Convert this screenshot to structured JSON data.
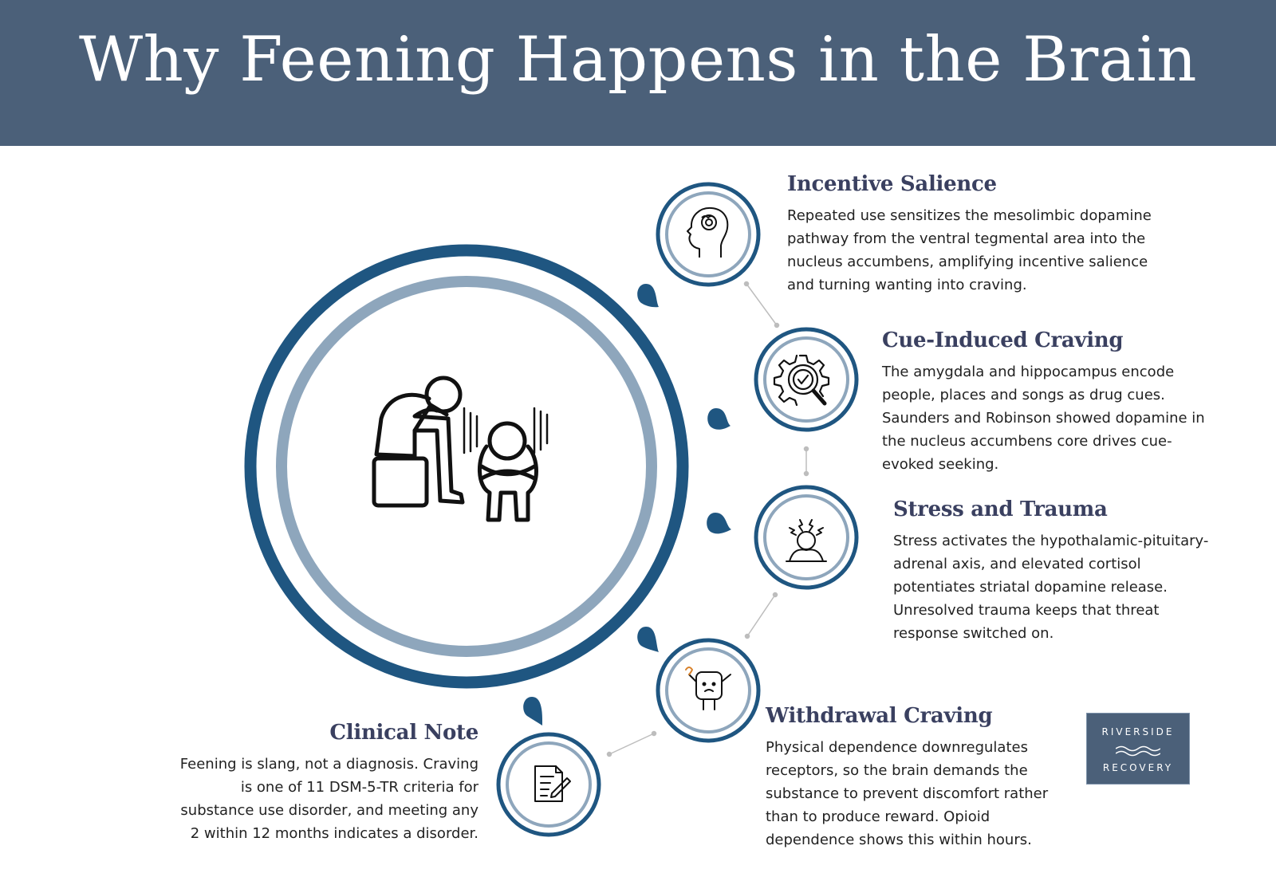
{
  "header": {
    "title": "Why Feening Happens in the Brain"
  },
  "sections": [
    {
      "icon": "brain-icon",
      "title": "Incentive Salience",
      "text": "Repeated use sensitizes the mesolimbic dopamine pathway from the ventral tegmental area into the nucleus accumbens, amplifying incentive salience and turning wanting into craving."
    },
    {
      "icon": "gear-magnifier-icon",
      "title": "Cue-Induced Craving",
      "text": "The amygdala and hippocampus encode people, places and songs as drug cues. Saunders and Robinson showed dopamine in the nucleus accumbens core drives cue-evoked seeking."
    },
    {
      "icon": "stressed-person-icon",
      "title": "Stress and Trauma",
      "text": "Stress activates the hypothalamic-pituitary-adrenal axis, and elevated cortisol potentiates striatal dopamine release. Unresolved trauma keeps that threat response switched on."
    },
    {
      "icon": "withdrawal-character-icon",
      "title": "Withdrawal Craving",
      "text": "Physical dependence downregulates receptors, so the brain demands the substance to prevent discomfort rather than to produce reward. Opioid dependence shows this within hours."
    },
    {
      "icon": "clipboard-icon",
      "title": "Clinical Note",
      "text": "Feening is slang, not a diagnosis. Craving is one of 11 DSM-5-TR criteria for substance use disorder, and meeting any 2 within 12 months indicates a disorder."
    }
  ],
  "logo": {
    "line1": "RIVERSIDE",
    "line2": "RECOVERY"
  },
  "colors": {
    "header": "#4b6079",
    "dark_ring": "#1f5681",
    "light_ring": "#8ea6bc",
    "heading": "#3a4060"
  }
}
